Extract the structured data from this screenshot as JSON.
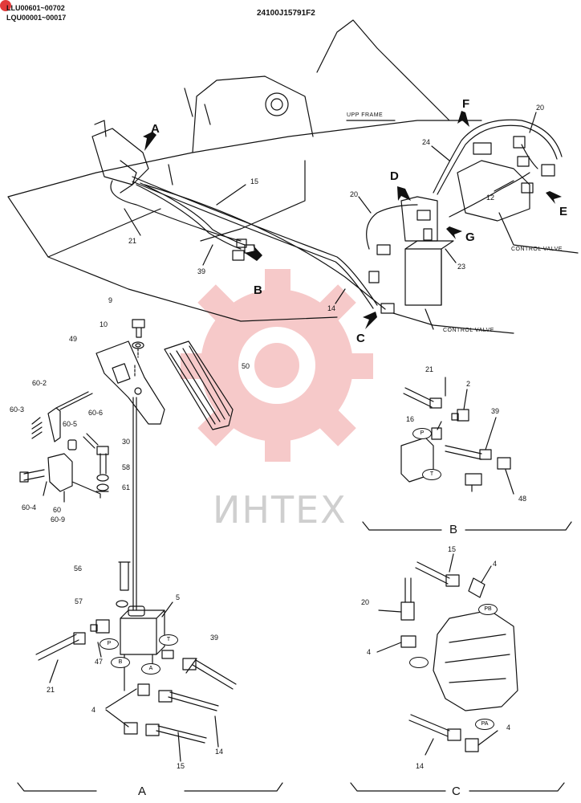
{
  "header": {
    "serial_1": "LLU00601~00702",
    "serial_2": "LQU00001~00017",
    "drawing_no": "24100J15791F2"
  },
  "labels": {
    "upp_frame": "UPP FRAME",
    "control_valve_1": "CONTROL VALVE",
    "control_valve_2": "CONTROL VALVE"
  },
  "view_letters": [
    "A",
    "B",
    "C",
    "D",
    "E",
    "F",
    "G"
  ],
  "main_parts": [
    "15",
    "21",
    "39",
    "14",
    "20",
    "24",
    "20",
    "12",
    "23"
  ],
  "pedal_parts": [
    "9",
    "10",
    "49",
    "50",
    "60-2",
    "60-3",
    "60-6",
    "60-5",
    "30",
    "58",
    "61",
    "60-4",
    "60",
    "60-9"
  ],
  "view_a_parts": [
    "56",
    "5",
    "57",
    "47",
    "39",
    "21",
    "4",
    "14",
    "15"
  ],
  "view_b_parts": [
    "21",
    "2",
    "16",
    "39",
    "48"
  ],
  "view_c_parts": [
    "15",
    "4",
    "20",
    "4",
    "14",
    "4"
  ],
  "port_marks": {
    "a_p": "P",
    "a_t": "T",
    "a_b": "B",
    "a_a": "A",
    "b_p": "P",
    "b_t": "T",
    "c_pb": "PB",
    "c_pa": "PA"
  },
  "sections": {
    "a": "A",
    "b": "B",
    "c": "C"
  },
  "watermark": "ИНТЕХ",
  "colors": {
    "line": "#111111",
    "watermark": "#f6c9c9",
    "badge": "#e23a3a"
  }
}
